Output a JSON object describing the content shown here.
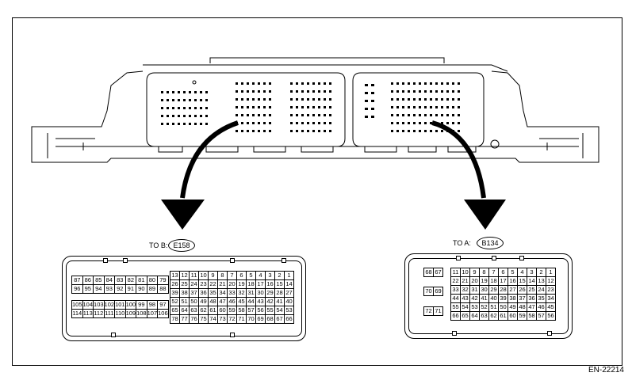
{
  "left_connector": {
    "label": "TO B:",
    "code": "E158",
    "small_block_rows": [
      [
        "87",
        "86",
        "85",
        "84",
        "83",
        "82",
        "81",
        "80",
        "79"
      ],
      [
        "96",
        "95",
        "94",
        "93",
        "92",
        "91",
        "90",
        "89",
        "88"
      ],
      [],
      [
        "105",
        "104",
        "103",
        "102",
        "101",
        "100",
        "99",
        "98",
        "97"
      ],
      [
        "114",
        "113",
        "112",
        "111",
        "110",
        "109",
        "108",
        "107",
        "106"
      ]
    ],
    "main_block_rows": [
      [
        "13",
        "12",
        "11",
        "10",
        "9",
        "8",
        "7",
        "6",
        "5",
        "4",
        "3",
        "2",
        "1"
      ],
      [
        "26",
        "25",
        "24",
        "23",
        "22",
        "21",
        "20",
        "19",
        "18",
        "17",
        "16",
        "15",
        "14"
      ],
      [
        "39",
        "38",
        "37",
        "36",
        "35",
        "34",
        "33",
        "32",
        "31",
        "30",
        "29",
        "28",
        "27"
      ],
      [
        "52",
        "51",
        "50",
        "49",
        "48",
        "47",
        "46",
        "45",
        "44",
        "43",
        "42",
        "41",
        "40"
      ],
      [
        "65",
        "64",
        "63",
        "62",
        "61",
        "60",
        "59",
        "58",
        "57",
        "56",
        "55",
        "54",
        "53"
      ],
      [
        "78",
        "77",
        "76",
        "75",
        "74",
        "73",
        "72",
        "71",
        "70",
        "69",
        "68",
        "67",
        "66"
      ]
    ]
  },
  "right_connector": {
    "label": "TO A:",
    "code": "B134",
    "side_pairs": [
      [
        "68",
        "67"
      ],
      [
        "70",
        "69"
      ],
      [
        "72",
        "71"
      ]
    ],
    "main_block_rows": [
      [
        "11",
        "10",
        "9",
        "8",
        "7",
        "6",
        "5",
        "4",
        "3",
        "2",
        "1"
      ],
      [
        "22",
        "21",
        "20",
        "19",
        "18",
        "17",
        "16",
        "15",
        "14",
        "13",
        "12"
      ],
      [
        "33",
        "32",
        "31",
        "30",
        "29",
        "28",
        "27",
        "26",
        "25",
        "24",
        "23"
      ],
      [
        "44",
        "43",
        "42",
        "41",
        "40",
        "39",
        "38",
        "37",
        "36",
        "35",
        "34"
      ],
      [
        "55",
        "54",
        "53",
        "52",
        "51",
        "50",
        "49",
        "48",
        "47",
        "46",
        "45"
      ],
      [
        "66",
        "65",
        "64",
        "63",
        "62",
        "61",
        "60",
        "59",
        "58",
        "57",
        "56"
      ]
    ]
  },
  "figure_id": "EN-22214"
}
